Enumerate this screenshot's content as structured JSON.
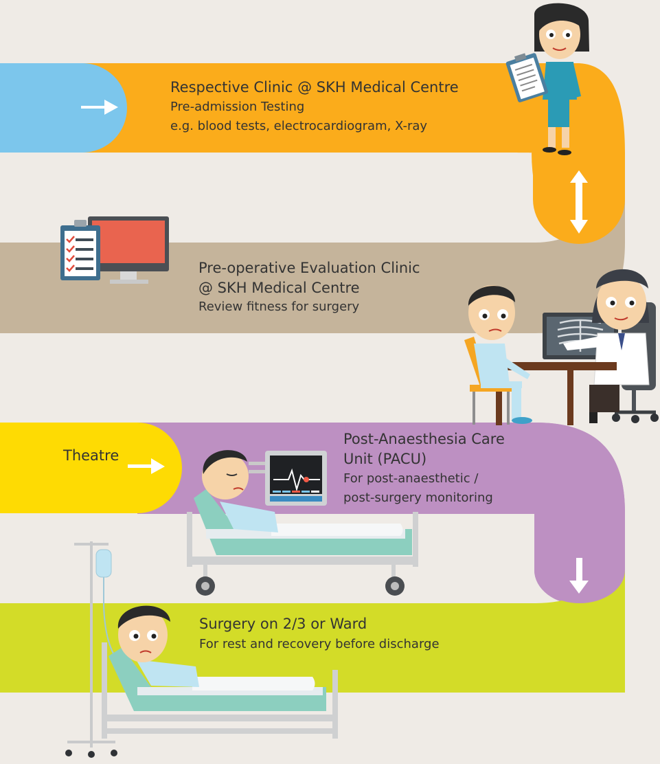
{
  "steps": [
    {
      "title": "Respective Clinic @ SKH Medical Centre",
      "line1": "Pre-admission Testing",
      "line2": "e.g. blood tests, electrocardiogram, X-ray",
      "color": "#fbac1b"
    },
    {
      "title_line1": "Pre-operative Evaluation Clinic",
      "title_line2": "@ SKH Medical Centre",
      "line1": "Review fitness for surgery",
      "color": "#c5b49b"
    },
    {
      "title": "Theatre",
      "color": "#fedb03"
    },
    {
      "title_line1": "Post-Anaesthesia Care",
      "title_line2": "Unit (PACU)",
      "line1": "For post-anaesthetic /",
      "line2": "post-surgery monitoring",
      "color": "#bd90c2"
    },
    {
      "title": "Surgery on 2/3 or Ward",
      "line1": "For rest and recovery before discharge",
      "color": "#d3dc28"
    }
  ],
  "entry_color": "#7cc6ec",
  "background": "#efebe6",
  "icons": [
    "right-arrow-icon",
    "double-arrow-icon",
    "down-arrow-icon",
    "nurse-icon",
    "clipboard-icon",
    "monitor-icon",
    "doctor-icon",
    "patient-icon",
    "hospital-bed-icon",
    "heart-monitor-icon",
    "iv-drip-icon"
  ]
}
